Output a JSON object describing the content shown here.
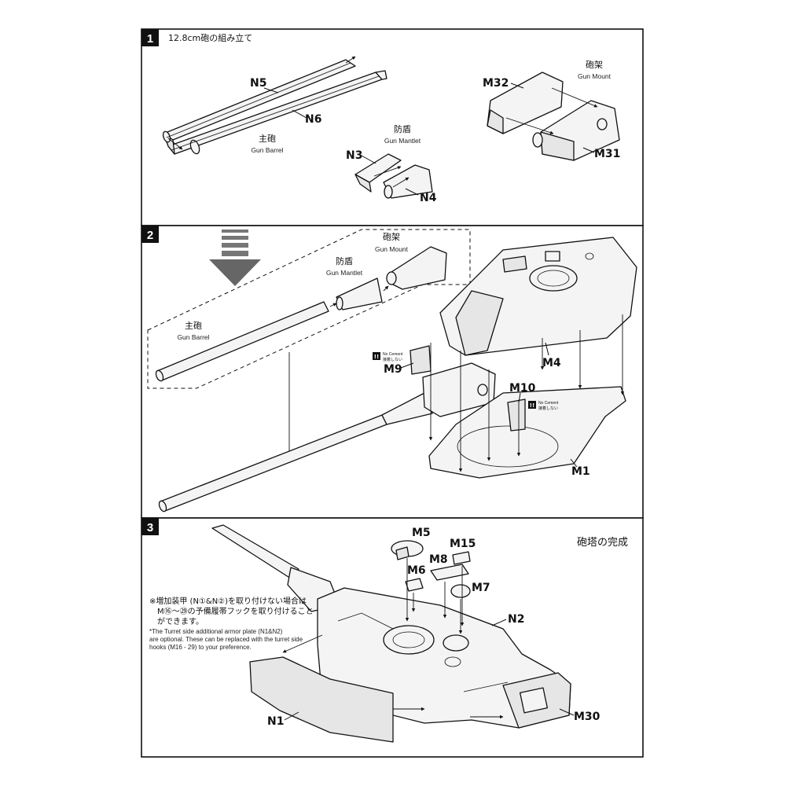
{
  "step1": {
    "number": "1",
    "title": "12.8cm砲の組み立て",
    "gun_barrel": {
      "jp": "主砲",
      "en": "Gun Barrel",
      "parts": [
        "N5",
        "N6"
      ]
    },
    "gun_mantlet": {
      "jp": "防盾",
      "en": "Gun Mantlet",
      "parts": [
        "N3",
        "N4"
      ]
    },
    "gun_mount": {
      "jp": "砲架",
      "en": "Gun Mount",
      "parts": [
        "M32",
        "M31"
      ]
    }
  },
  "step2": {
    "number": "2",
    "gun_mount": {
      "jp": "砲架",
      "en": "Gun Mount"
    },
    "gun_mantlet": {
      "jp": "防盾",
      "en": "Gun Mantlet"
    },
    "gun_barrel": {
      "jp": "主砲",
      "en": "Gun Barrel"
    },
    "no_cement": {
      "en": "No Cement",
      "jp": "接着しない",
      "icon": "!!"
    },
    "parts": [
      "M9",
      "M4",
      "M10",
      "M1"
    ]
  },
  "step3": {
    "number": "3",
    "title": "砲塔の完成",
    "note_jp_1": "※増加装甲 (N①&N②)を取り付けない場合は",
    "note_jp_2": "M⑯～㉙の予備履帯フックを取り付けること",
    "note_jp_3": "ができます。",
    "note_en_1": "*The Turret side additional armor plate (N1&N2)",
    "note_en_2": "are optional. These can be replaced with the turret side",
    "note_en_3": "hooks (M16 - 29) to your preference.",
    "parts": [
      "M5",
      "M15",
      "M8",
      "M6",
      "M7",
      "N2",
      "N1",
      "M30"
    ]
  },
  "colors": {
    "line": "#111111",
    "panel_fill": "#f4f4f4",
    "arrow_fill": "#666666"
  }
}
